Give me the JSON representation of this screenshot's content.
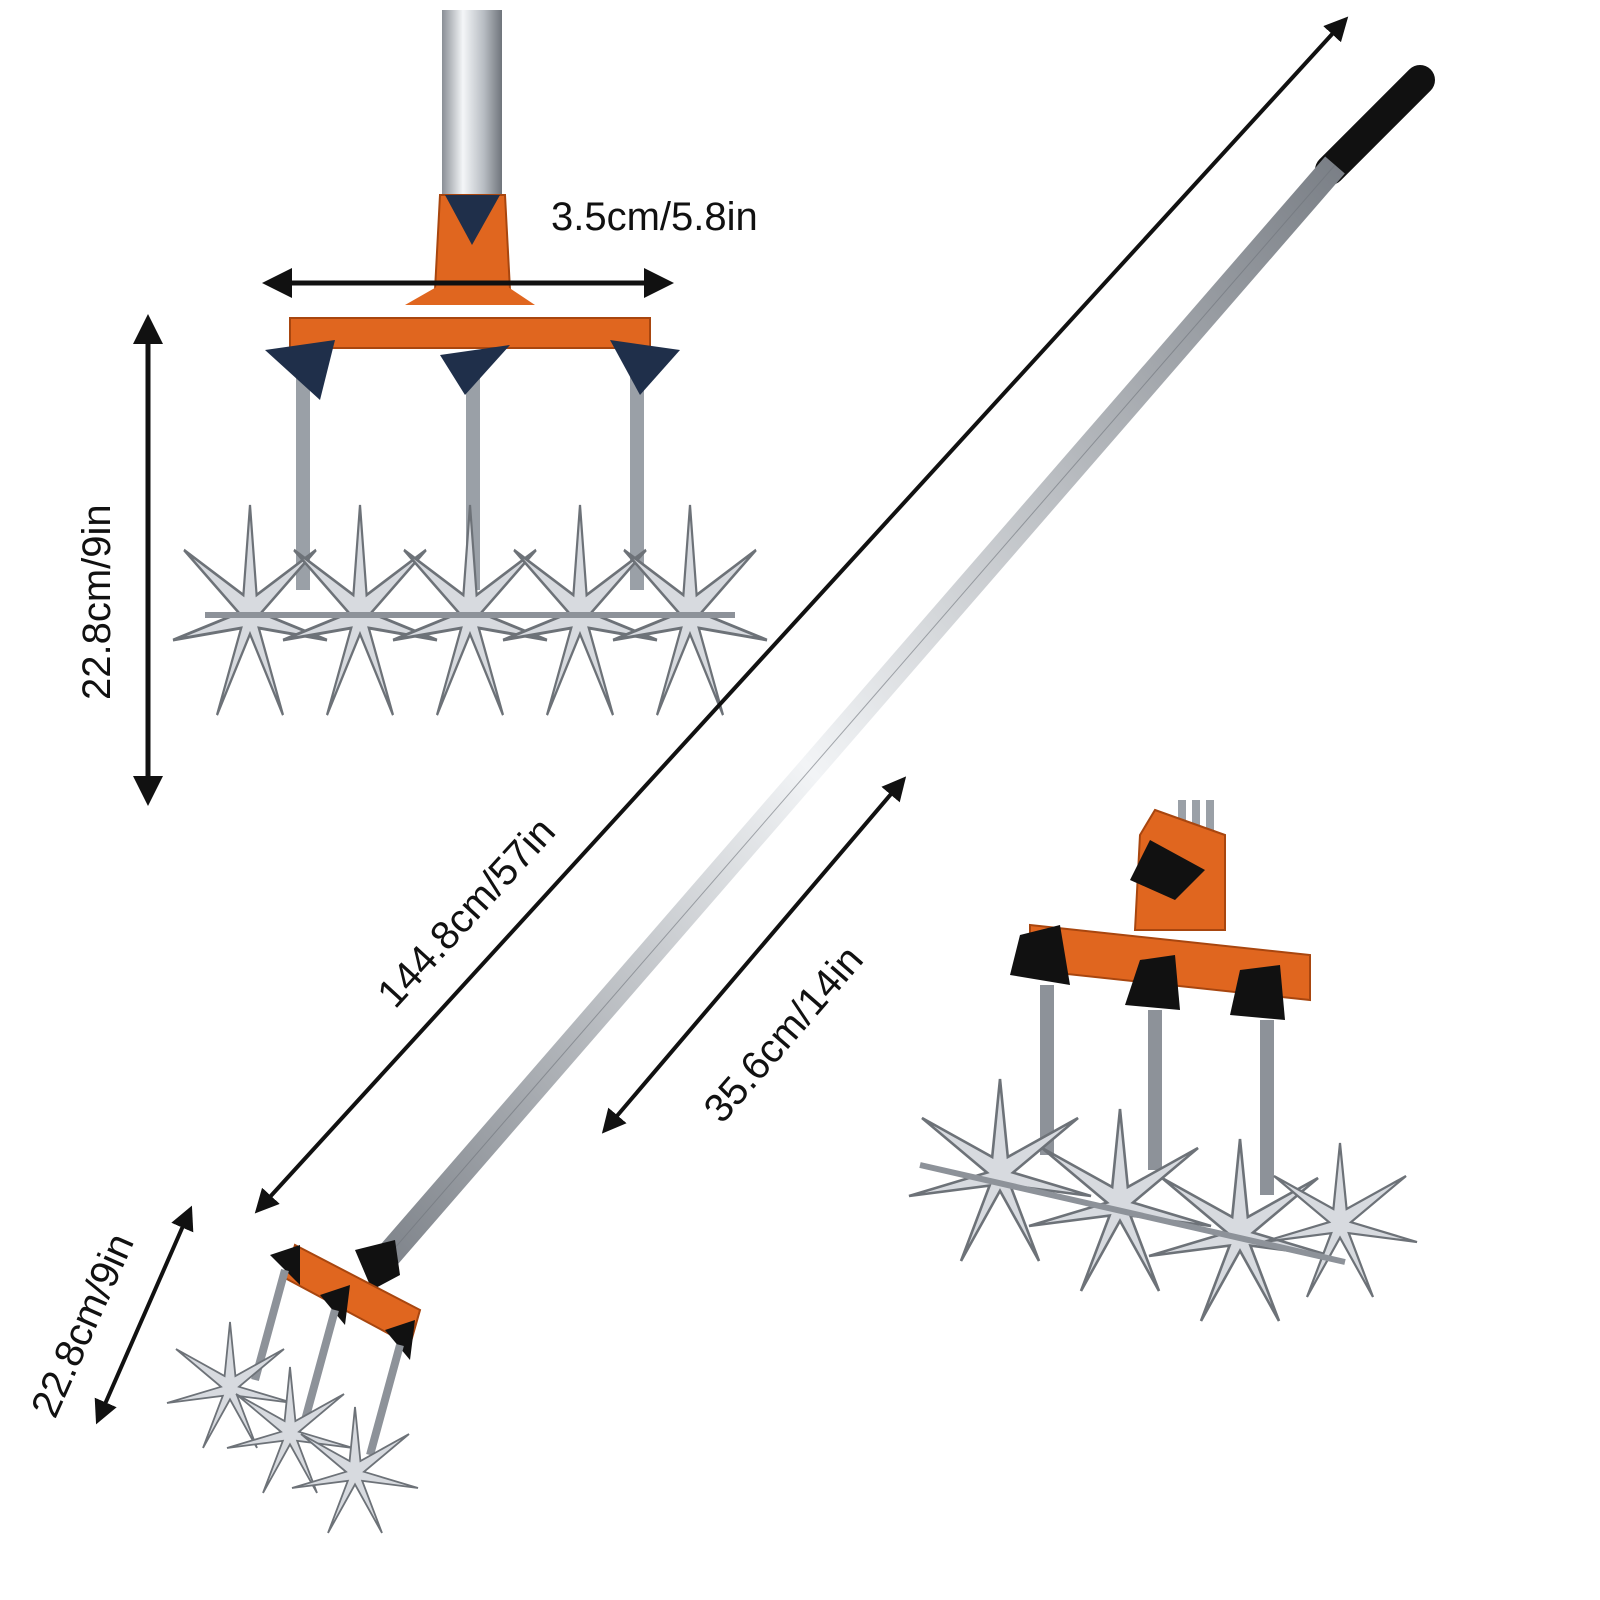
{
  "image": {
    "subject": "rotary cultivator",
    "colors": {
      "orange": "#e0661f",
      "steel": "#c9ccd1",
      "dark": "#111111",
      "cap": "#1f2f4a"
    }
  },
  "dimensions": {
    "head_width": "3.5cm/5.8in",
    "head_height": "22.8cm/9in",
    "total_length": "144.8cm/57in",
    "head_length": "35.6cm/14in",
    "tine_width": "22.8cm/9in"
  }
}
